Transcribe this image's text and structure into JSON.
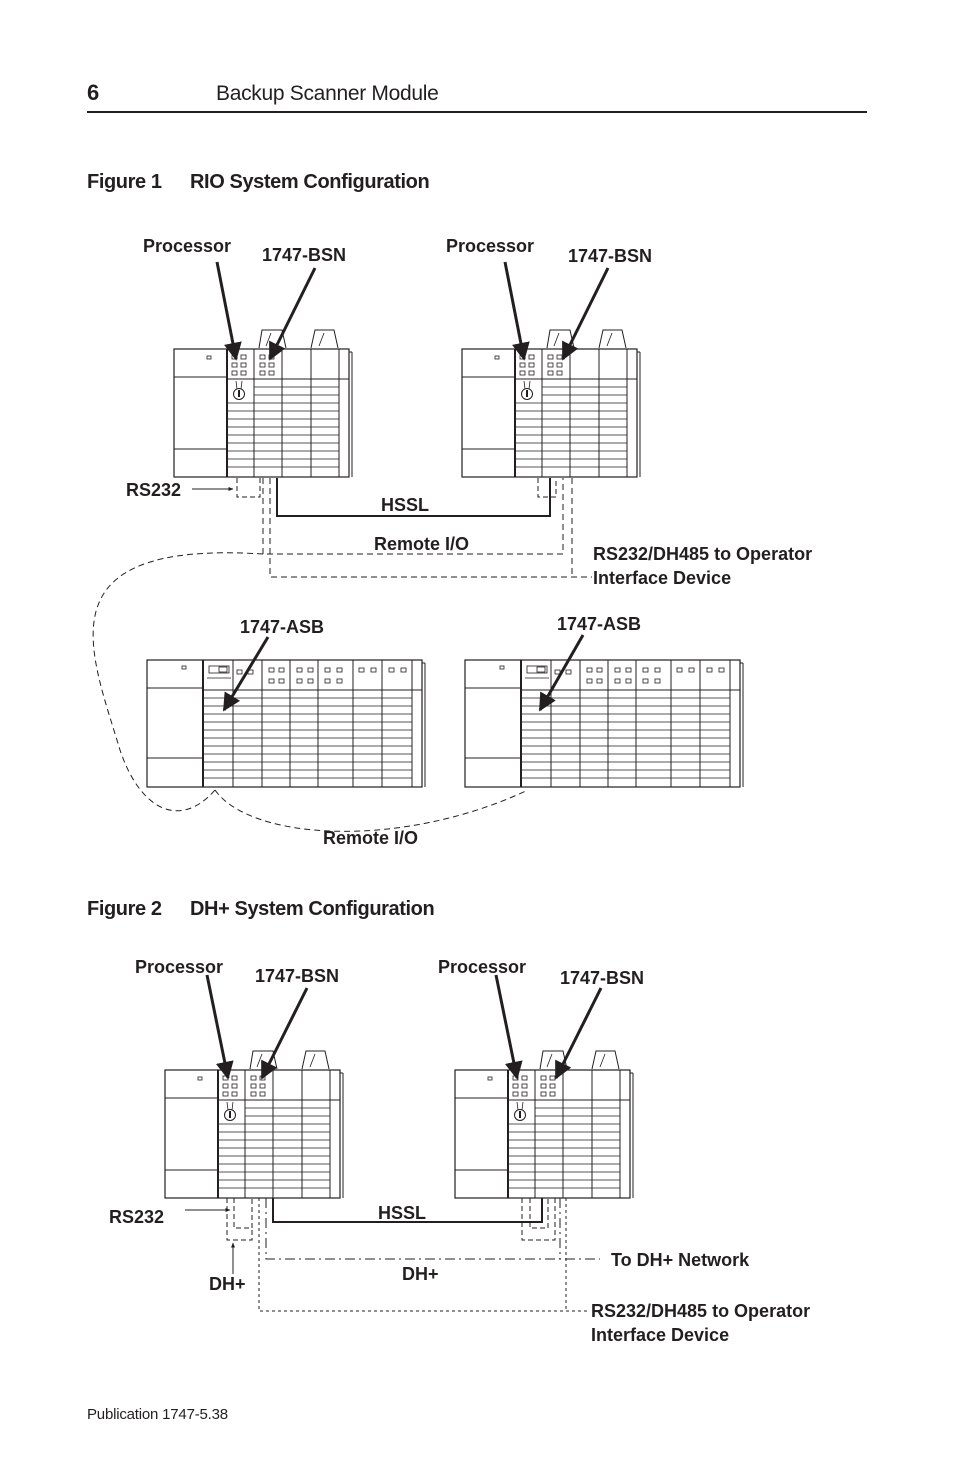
{
  "header": {
    "page_number": "6",
    "title": "Backup Scanner Module"
  },
  "figure1": {
    "caption_number": "Figure 1",
    "caption_title": "RIO System Configuration",
    "labels": {
      "processor_left": "Processor",
      "bsn_left": "1747-BSN",
      "processor_right": "Processor",
      "bsn_right": "1747-BSN",
      "rs232": "RS232",
      "hssl": "HSSL",
      "remote_io_top": "Remote I/O",
      "rs232_dh485_line1": "RS232/DH485 to Operator",
      "rs232_dh485_line2": "Interface Device",
      "asb_left": "1747-ASB",
      "asb_right": "1747-ASB",
      "remote_io_bottom": "Remote I/O"
    }
  },
  "figure2": {
    "caption_number": "Figure 2",
    "caption_title": "DH+ System Configuration",
    "labels": {
      "processor_left": "Processor",
      "bsn_left": "1747-BSN",
      "processor_right": "Processor",
      "bsn_right": "1747-BSN",
      "rs232": "RS232",
      "hssl": "HSSL",
      "dh_plus_left": "DH+",
      "dh_plus_mid": "DH+",
      "to_dh_network": "To DH+ Network",
      "rs232_dh485_line1": "RS232/DH485 to Operator",
      "rs232_dh485_line2": "Interface Device"
    }
  },
  "footer": {
    "publication": "Publication 1747-5.38"
  }
}
